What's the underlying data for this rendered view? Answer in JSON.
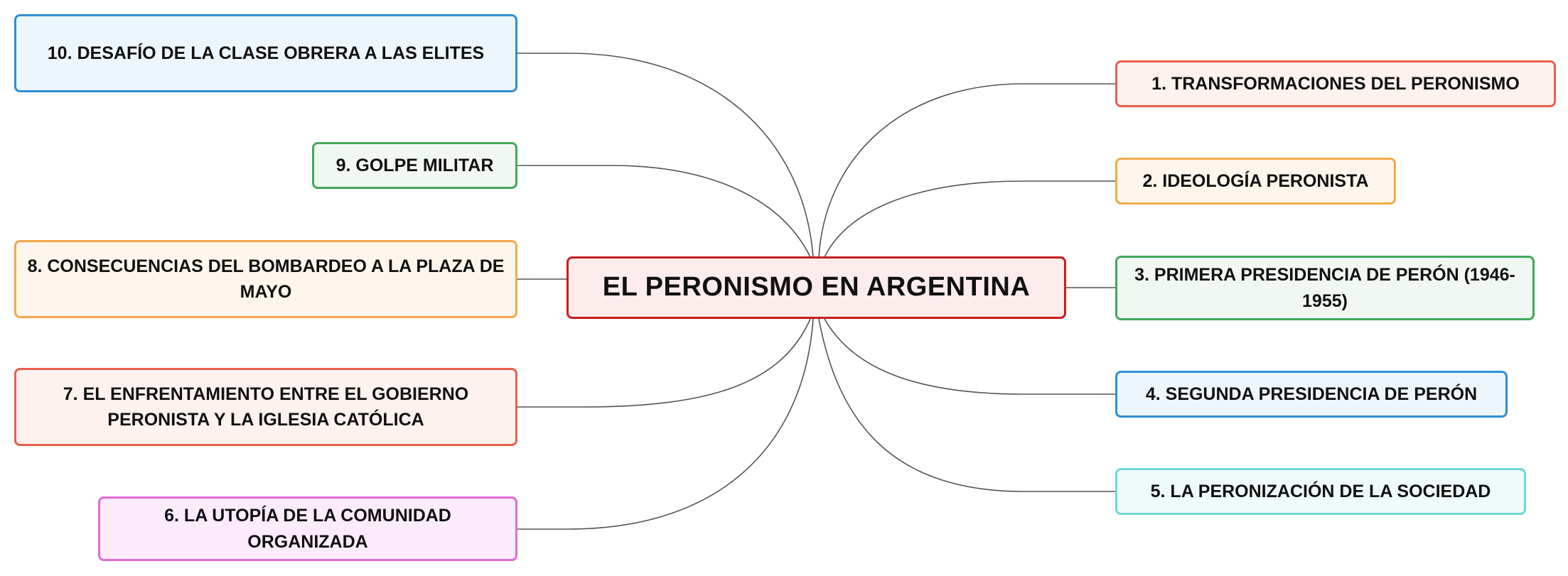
{
  "center": {
    "label": "EL PERONISMO EN ARGENTINA"
  },
  "topics": [
    {
      "label": "1. TRANSFORMACIONES DEL PERONISMO",
      "border": "#e8604c",
      "fill": "#fef2ef"
    },
    {
      "label": "2. IDEOLOGÍA PERONISTA",
      "border": "#f2a94a",
      "fill": "#fef6ec"
    },
    {
      "label": "3. PRIMERA PRESIDENCIA DE PERÓN (1946-1955)",
      "border": "#43a75a",
      "fill": "#f1f8f2"
    },
    {
      "label": "4. SEGUNDA PRESIDENCIA DE PERÓN",
      "border": "#2e8fd6",
      "fill": "#eef6fd"
    },
    {
      "label": "5. LA PERONIZACIÓN DE LA SOCIEDAD",
      "border": "#6ed9d5",
      "fill": "#effbfb"
    },
    {
      "label": "6. LA UTOPÍA DE LA COMUNIDAD ORGANIZADA",
      "border": "#e06ad8",
      "fill": "#fcecfb"
    },
    {
      "label": "7. EL ENFRENTAMIENTO ENTRE EL GOBIERNO PERONISTA Y LA IGLESIA CATÓLICA",
      "border": "#e8604c",
      "fill": "#fef2ef"
    },
    {
      "label": "8. CONSECUENCIAS DEL BOMBARDEO A LA PLAZA DE MAYO",
      "border": "#f2a94a",
      "fill": "#fef6ec"
    },
    {
      "label": "9. GOLPE MILITAR",
      "border": "#43a75a",
      "fill": "#f1f8f2"
    },
    {
      "label": "10. DESAFÍO DE LA CLASE OBRERA A LAS ELITES",
      "border": "#2e8fd6",
      "fill": "#eef6fd"
    }
  ]
}
